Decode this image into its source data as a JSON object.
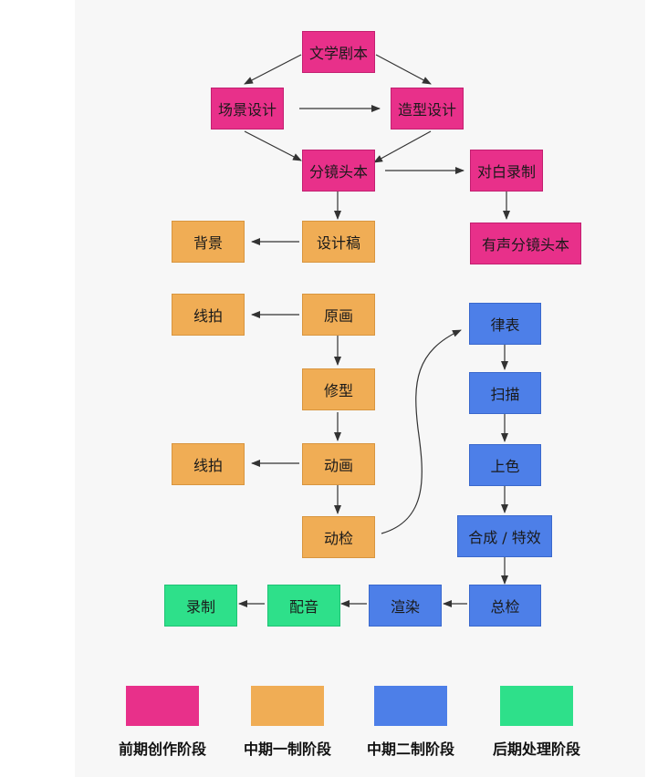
{
  "nodes": {
    "wenxue": "文学剧本",
    "changjing": "场景设计",
    "zaoxing": "造型设计",
    "fenjing": "分镜头本",
    "duibai": "对白录制",
    "youshengfenjing": "有声分镜头本",
    "sheji": "设计稿",
    "beijing": "背景",
    "yuanhua": "原画",
    "xianpai1": "线拍",
    "xiuxing": "修型",
    "donghua": "动画",
    "xianpai2": "线拍",
    "dongjian": "动检",
    "lvbiao": "律表",
    "saomiao": "扫描",
    "shangse": "上色",
    "hecheng": "合成 / 特效",
    "zongjian": "总检",
    "xuanran": "渲染",
    "peiyin": "配音",
    "luzhi": "录制"
  },
  "legend": [
    {
      "label": "前期创作阶段",
      "color": "#e8308a"
    },
    {
      "label": "中期一制阶段",
      "color": "#f0ad55"
    },
    {
      "label": "中期二制阶段",
      "color": "#4d7fe8"
    },
    {
      "label": "后期处理阶段",
      "color": "#2ee08a"
    }
  ]
}
